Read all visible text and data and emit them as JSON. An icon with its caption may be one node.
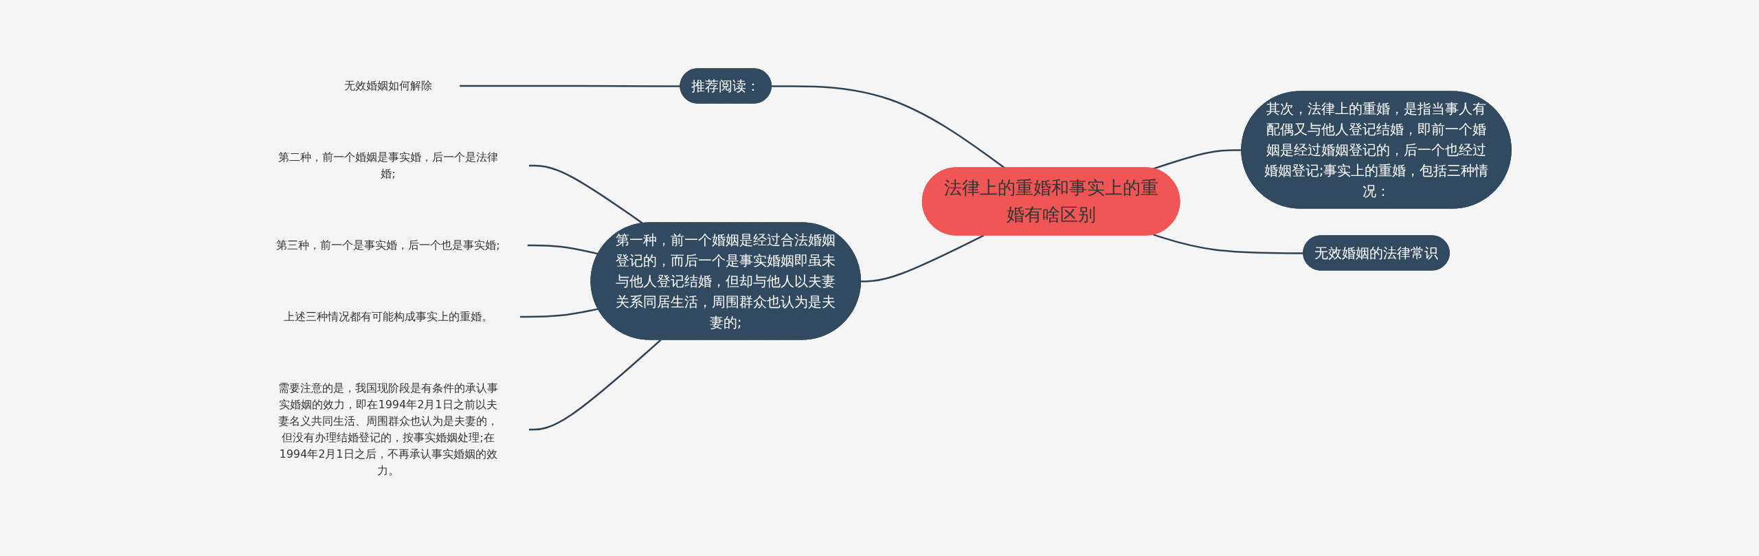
{
  "diagram": {
    "nodes": [
      {
        "text": [
          "法律上的重婚和事实上的重婚有啥区别"
        ]
      },
      {
        "text": [
          "推荐阅读："
        ]
      },
      {
        "text": [
          "无效婚姻如何解除"
        ]
      },
      {
        "text": [
          "其次，法律上的重婚，是指当事人有配偶又与他人登记结婚，即前一个婚姻是经过婚姻登记的，后一个也经过婚姻登记;事实上的重婚，包括三种情况："
        ]
      },
      {
        "text": [
          "第一种，前一个婚姻是经过合法婚姻登记的，而后一个是事实婚姻即虽未与他人登记结婚，但却与他人以夫妻关系同居生活，周围群众也认为是夫妻的;"
        ]
      },
      {
        "text": [
          "第二种，前一个婚姻是事实婚，后一个是法律婚;"
        ]
      },
      {
        "text": [
          "第三种，前一个是事实婚，后一个也是事实婚;"
        ]
      },
      {
        "text": [
          "上述三种情况都有可能构成事实上的重婚。"
        ]
      },
      {
        "text": [
          "需要注意的是，我国现阶段是有条件的承认事实婚姻的效力，即在1994年2月1日之前以夫妻名义共同生活、周围群众也认为是夫妻的，但没有办理结婚登记的，按事实婚姻处理;在1994年2月1日之后，不再承认事实婚姻的效力。"
        ]
      },
      {
        "text": [
          "无效婚姻的法律常识"
        ]
      }
    ],
    "edges": [
      {
        "from": 1,
        "to": 0,
        "arrow": "none"
      },
      {
        "from": 2,
        "to": 1,
        "arrow": "none"
      },
      {
        "from": 0,
        "to": 3,
        "arrow": "none"
      },
      {
        "from": 4,
        "to": 0,
        "arrow": "none"
      },
      {
        "from": 5,
        "to": 4,
        "arrow": "none"
      },
      {
        "from": 6,
        "to": 4,
        "arrow": "none"
      },
      {
        "from": 7,
        "to": 4,
        "arrow": "none"
      },
      {
        "from": 8,
        "to": 4,
        "arrow": "none"
      },
      {
        "from": 0,
        "to": 9,
        "arrow": "none"
      }
    ]
  }
}
